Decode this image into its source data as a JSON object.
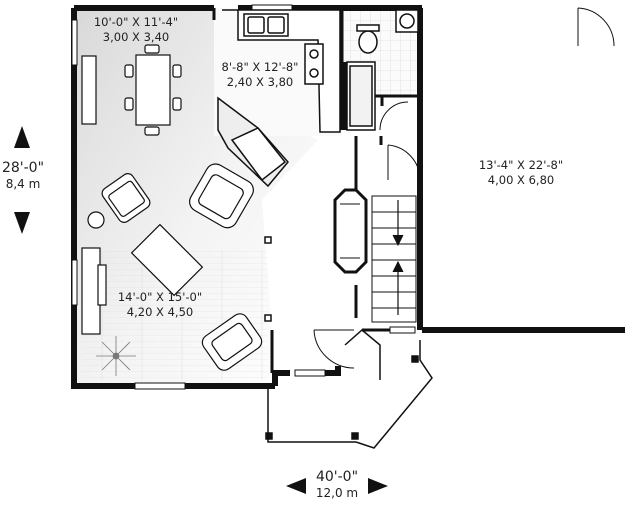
{
  "rooms": {
    "dining": {
      "imperial": "10'-0\" X 11'-4\"",
      "metric": "3,00 X 3,40"
    },
    "kitchen": {
      "imperial": "8'-8\" X 12'-8\"",
      "metric": "2,40 X 3,80"
    },
    "living": {
      "imperial": "14'-0\" X 15'-0\"",
      "metric": "4,20 X 4,50"
    },
    "garage": {
      "imperial": "13'-4\" X 22'-8\"",
      "metric": "4,00 X 6,80"
    }
  },
  "dimensions": {
    "depth": {
      "imperial": "28'-0\"",
      "metric": "8,4 m"
    },
    "width": {
      "imperial": "40'-0\"",
      "metric": "12,0 m"
    }
  }
}
